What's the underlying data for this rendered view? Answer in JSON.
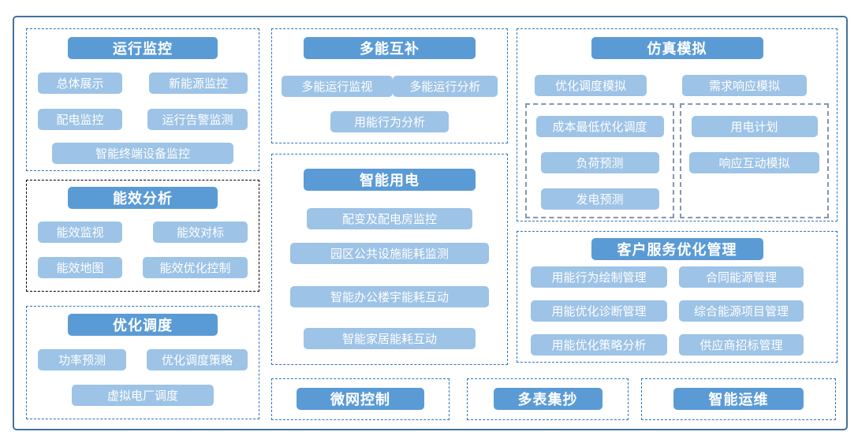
{
  "colors": {
    "header_fill": "#5B9BD5",
    "module_fill": "#9DC3E6",
    "frame_border": "#41719C",
    "panel_dash_border": "#2E75B6",
    "inner_panel_dash_border": "#8496B0",
    "energy_panel_dash_border": "#000000",
    "text_on_blue": "#FFFFFF"
  },
  "operation_monitoring": {
    "title": "运行监控",
    "items": [
      "总体展示",
      "新能源监控",
      "配电监控",
      "运行告警监测",
      "智能终端设备监控"
    ]
  },
  "energy_efficiency": {
    "title": "能效分析",
    "items": [
      "能效监视",
      "能效对标",
      "能效地图",
      "能效优化控制"
    ]
  },
  "optimal_dispatch": {
    "title": "优化调度",
    "items": [
      "功率预测",
      "优化调度策略",
      "虚拟电厂调度"
    ]
  },
  "multi_energy": {
    "title": "多能互补",
    "items": [
      "多能运行监视",
      "多能运行分析",
      "用能行为分析"
    ]
  },
  "smart_power": {
    "title": "智能用电",
    "items": [
      "配变及配电房监控",
      "园区公共设施能耗监测",
      "智能办公楼宇能耗互动",
      "智能家居能耗互动"
    ]
  },
  "simulation": {
    "title": "仿真模拟",
    "items": [
      "优化调度模拟",
      "需求响应模拟"
    ],
    "dispatch_group": [
      "成本最低优化调度",
      "负荷预测",
      "发电预测"
    ],
    "plan_group": [
      "用电计划",
      "响应互动模拟"
    ]
  },
  "customer_service": {
    "title": "客户服务优化管理",
    "items": [
      "用能行为绘制管理",
      "合同能源管理",
      "用能优化诊断管理",
      "综合能源项目管理",
      "用能优化策略分析",
      "供应商招标管理"
    ]
  },
  "microgrid": {
    "title": "微网控制"
  },
  "meter_reading": {
    "title": "多表集抄"
  },
  "smart_om": {
    "title": "智能运维"
  }
}
